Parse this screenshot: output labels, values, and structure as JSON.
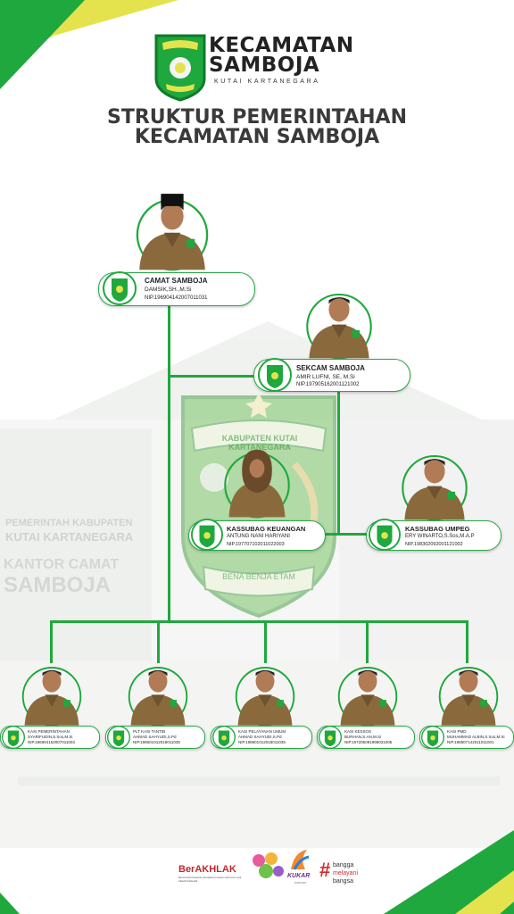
{
  "brand": {
    "title_line1": "KECAMATAN",
    "title_line2": "SAMBOJA",
    "subtitle": "KUTAI KARTANEGARA"
  },
  "title": {
    "line1": "STRUKTUR PEMERINTAHAN",
    "line2": "KECAMATAN SAMBOJA"
  },
  "background_text": {
    "emblem_banner": "KABUPATEN KUTAI KARTANEGARA",
    "emblem_motto": "BENA BENJA ETAM",
    "sign1": "PEMERINTAH KABUPATEN",
    "sign2": "KUTAI KARTANEGARA",
    "sign3": "KANTOR CAMAT",
    "sign4": "SAMBOJA"
  },
  "officials": [
    {
      "role": "CAMAT SAMBOJA",
      "name": "DAMSIK,SH.,M.Si",
      "nip": "NIP.196904142007011031"
    },
    {
      "role": "SEKCAM SAMBOJA",
      "name": "AMIR LUFNI, SE, M.Si",
      "nip": "NIP.197905162001121002"
    },
    {
      "role": "KASSUBAG KEUANGAN",
      "name": "ANTUNG NANI HARIYANI",
      "nip": "NIP.197707102011022003"
    },
    {
      "role": "KASSUBAG UMPEG",
      "name": "ERY WINARTO,S.Sos,M.A.P",
      "nip": "NIP.198302092001121002"
    }
  ],
  "sections": [
    {
      "role": "KASI PEMERINTAHAN",
      "name": "SYARIFUDIN,S.Sos,M.Si",
      "nip": "NIP.196904152007011003"
    },
    {
      "role": "PLT KASI TANTIB",
      "name": "AHMAD SAHYUDI,S.Pd",
      "nip": "NIP.198601012018011035"
    },
    {
      "role": "KASI PELAYANAN UMUM",
      "name": "AHMAD SAHYUDI,S.Pd",
      "nip": "NIP.198601012018011035"
    },
    {
      "role": "KASI KESSOS",
      "name": "BURHAN,S.AN,M.Si",
      "nip": "NIP.197205091998031005"
    },
    {
      "role": "KASI PMD",
      "name": "MUHAMMAD ALBIN,S.Sos,M.Si",
      "nip": "NIP.198507142011011001"
    }
  ],
  "footer": {
    "berakhlak": "BerAKHLAK",
    "berakhlak_tag": "Berorientasi Pelayanan Akuntabel Kompeten Harmonis Loyal Adaptif Kolaboratif",
    "kukar": "KUKAR",
    "kukar_sub": "Idaman",
    "bangga1": "bangga",
    "bangga2": "melayani",
    "bangga3": "bangsa"
  },
  "colors": {
    "green": "#1fa83d",
    "dark_green": "#0f7a2a",
    "yellow": "#e8e04a",
    "uniform": "#8a6a3c"
  }
}
